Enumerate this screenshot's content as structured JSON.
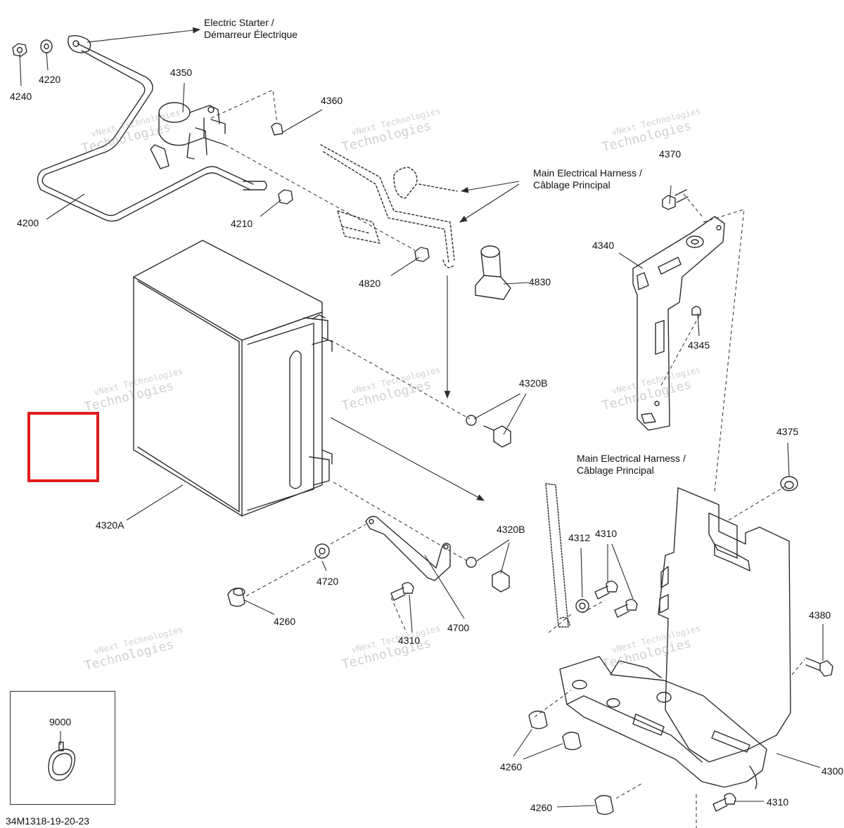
{
  "diagram": {
    "code": "34M1318-19-20-23",
    "watermark": {
      "line1": "vNext Technologies",
      "line2": "Technologies"
    },
    "callouts": {
      "electric_starter": {
        "line1": "Electric Starter /",
        "line2": "Démarreur Électrique"
      },
      "harness_top": {
        "line1": "Main Electrical Harness /",
        "line2": "Câblage Principal"
      },
      "harness_right": {
        "line1": "Main Electrical Harness /",
        "line2": "Câblage Principal"
      }
    },
    "parts": {
      "p4240": "4240",
      "p4220": "4220",
      "p4350": "4350",
      "p4360": "4360",
      "p4200": "4200",
      "p4210": "4210",
      "p4370": "4370",
      "p4340": "4340",
      "p4820": "4820",
      "p4830": "4830",
      "p4345": "4345",
      "p4320b_top": "4320B",
      "p4320a": "4320A",
      "p4375": "4375",
      "p4320b_mid": "4320B",
      "p4312": "4312",
      "p4310_top": "4310",
      "p4720": "4720",
      "p4260_left": "4260",
      "p4700": "4700",
      "p4310_mid": "4310",
      "p4380": "4380",
      "p9000": "9000",
      "p4260_bot1": "4260",
      "p4300": "4300",
      "p4260_bot2": "4260",
      "p4310_bot": "4310"
    },
    "colors": {
      "line": "#2b2b2b",
      "highlight": "#e01b1b",
      "watermark": "#9a9a9a"
    }
  }
}
